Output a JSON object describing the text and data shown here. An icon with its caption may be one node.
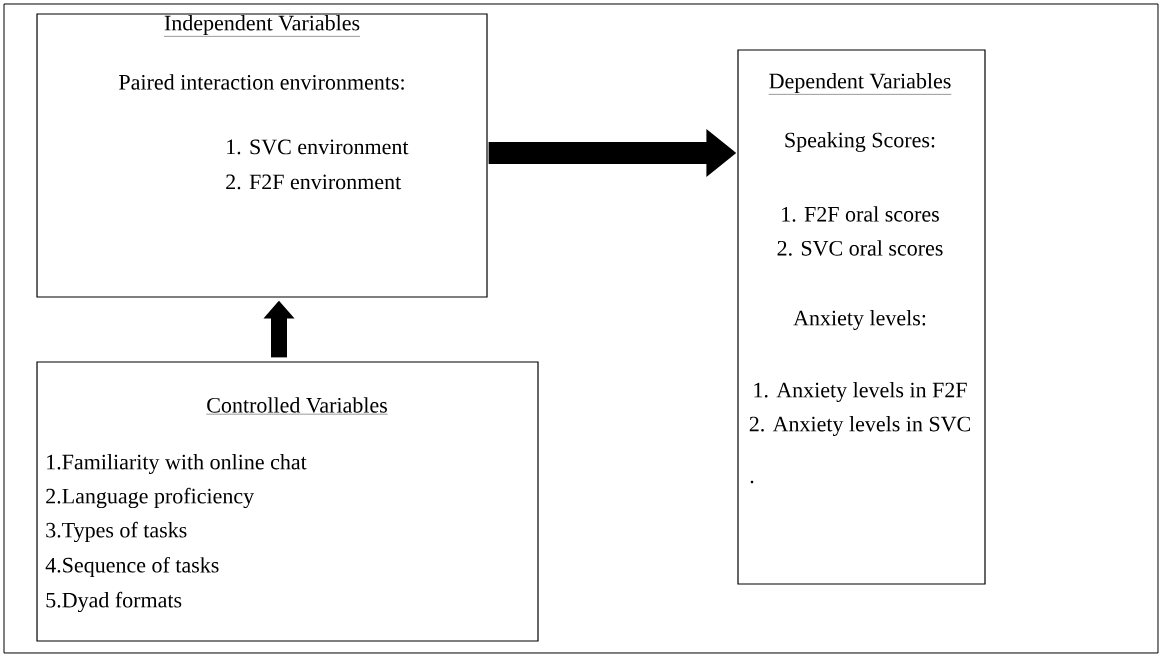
{
  "diagram": {
    "nodes": [
      {
        "text": [
          "Independent Variables",
          "Paired interaction environments:",
          "1. SVC environment",
          "2. F2F environment"
        ]
      },
      {
        "text": [
          "Controlled Variables",
          "1.Familiarity with online chat",
          "2.Language proficiency",
          "3.Types of tasks",
          "4.Sequence of tasks",
          "5.Dyad formats"
        ]
      },
      {
        "text": [
          "Dependent Variables",
          "Speaking Scores:",
          "1. F2F oral scores",
          "2. SVC oral scores",
          "Anxiety levels:",
          "1. Anxiety levels in F2F",
          "2. Anxiety levels in SVC",
          "."
        ]
      }
    ],
    "edges": [
      {
        "from": 1,
        "to": 0,
        "arrow": "to"
      },
      {
        "from": 0,
        "to": 2,
        "arrow": "to"
      }
    ]
  }
}
